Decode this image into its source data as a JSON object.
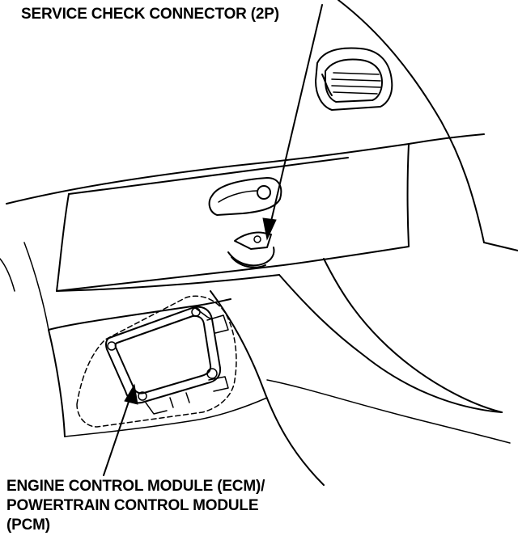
{
  "labels": {
    "service_check_connector": "SERVICE CHECK CONNECTOR (2P)",
    "ecm_pcm_line1": "ENGINE CONTROL MODULE (ECM)/",
    "ecm_pcm_line2": "POWERTRAIN CONTROL MODULE",
    "ecm_pcm_line3": "(PCM)"
  },
  "colors": {
    "ink": "#000000",
    "background": "#ffffff"
  }
}
